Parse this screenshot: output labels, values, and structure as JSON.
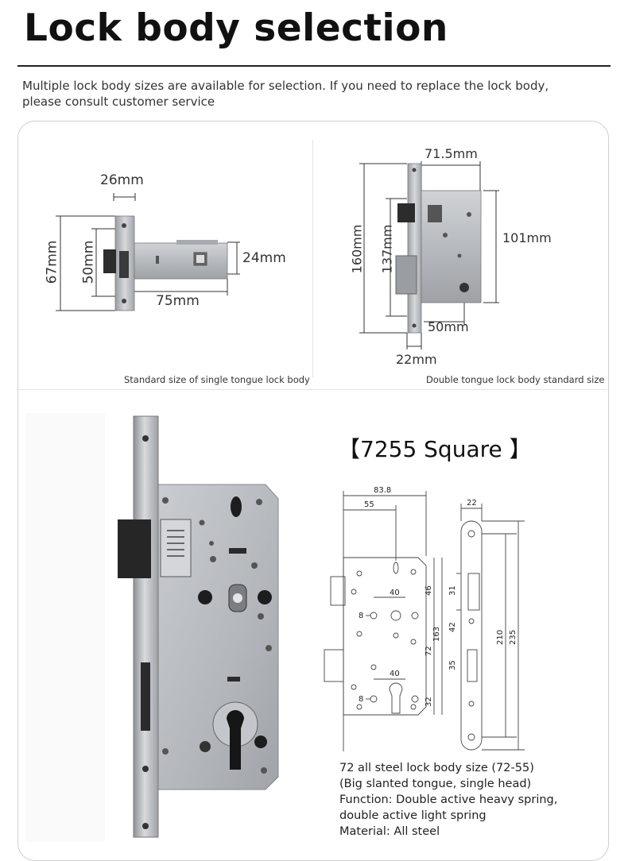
{
  "header": {
    "title": "Lock body selection",
    "subtitle": "Multiple lock body sizes are available for selection. If you need to replace the lock body, please consult customer service"
  },
  "single_tongue": {
    "caption": "Standard size of single tongue lock body",
    "dims": {
      "width_top": "26mm",
      "height_left": "67mm",
      "height_inner": "50mm",
      "right": "24mm",
      "bottom": "75mm"
    }
  },
  "double_tongue": {
    "caption": "Double tongue lock body standard size",
    "dims": {
      "top": "71.5mm",
      "left_outer": "160mm",
      "left_inner": "137mm",
      "right": "101mm",
      "bottom_inner": "50mm",
      "bottom": "22mm"
    }
  },
  "model": {
    "title": "【7255 Square 】",
    "drawing": {
      "d838": "83.8",
      "d55": "55",
      "d22": "22",
      "d40a": "40",
      "d46": "46",
      "d8a": "8",
      "d163": "163",
      "d72": "72",
      "d40b": "40",
      "d8b": "8",
      "d32": "32",
      "d31": "31",
      "d42": "42",
      "d35": "35",
      "d210": "210",
      "d235": "235"
    },
    "description": [
      "72 all steel lock body size (72-55)",
      "(Big slanted tongue, single head)",
      "Function: Double active heavy spring,",
      "double active light spring",
      "Material: All steel"
    ]
  },
  "colors": {
    "steel": "#b9bcc0",
    "dark": "#2a2a2a",
    "text": "#1a1a1a"
  }
}
